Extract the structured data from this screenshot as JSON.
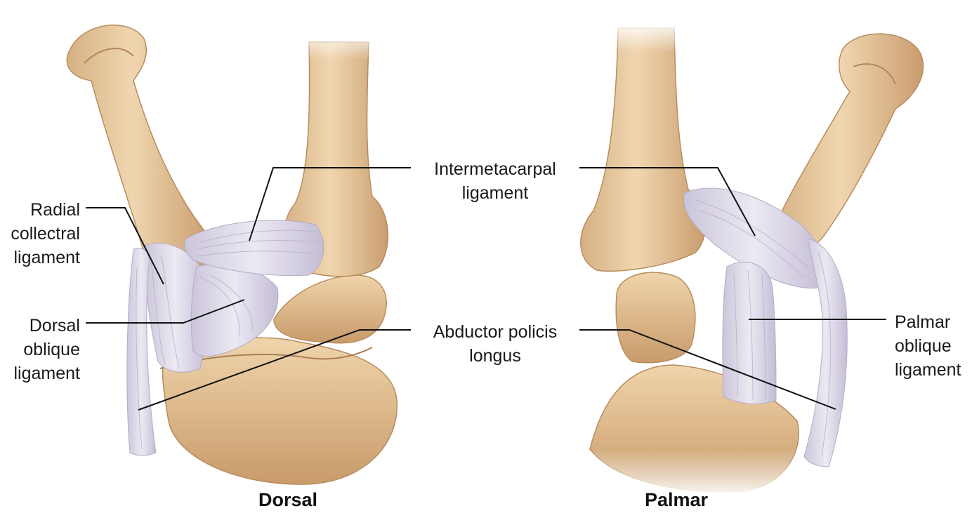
{
  "labels": {
    "radial_collateral": [
      "Radial",
      "collectral",
      "ligament"
    ],
    "intermetacarpal": [
      "Intermetacarpal",
      "ligament"
    ],
    "dorsal_oblique": [
      "Dorsal",
      "oblique",
      "ligament"
    ],
    "abductor": [
      "Abductor policis",
      "longus"
    ],
    "palmar_oblique": [
      "Palmar",
      "oblique",
      "ligament"
    ]
  },
  "views": {
    "left": "Dorsal",
    "right": "Palmar"
  },
  "colors": {
    "bone": "#e7c69b",
    "bone_shade": "#c9a073",
    "bone_dark": "#a97e52",
    "ligament": "#d9d4e4",
    "ligament_line": "#b3abc8",
    "leader": "#111111"
  }
}
